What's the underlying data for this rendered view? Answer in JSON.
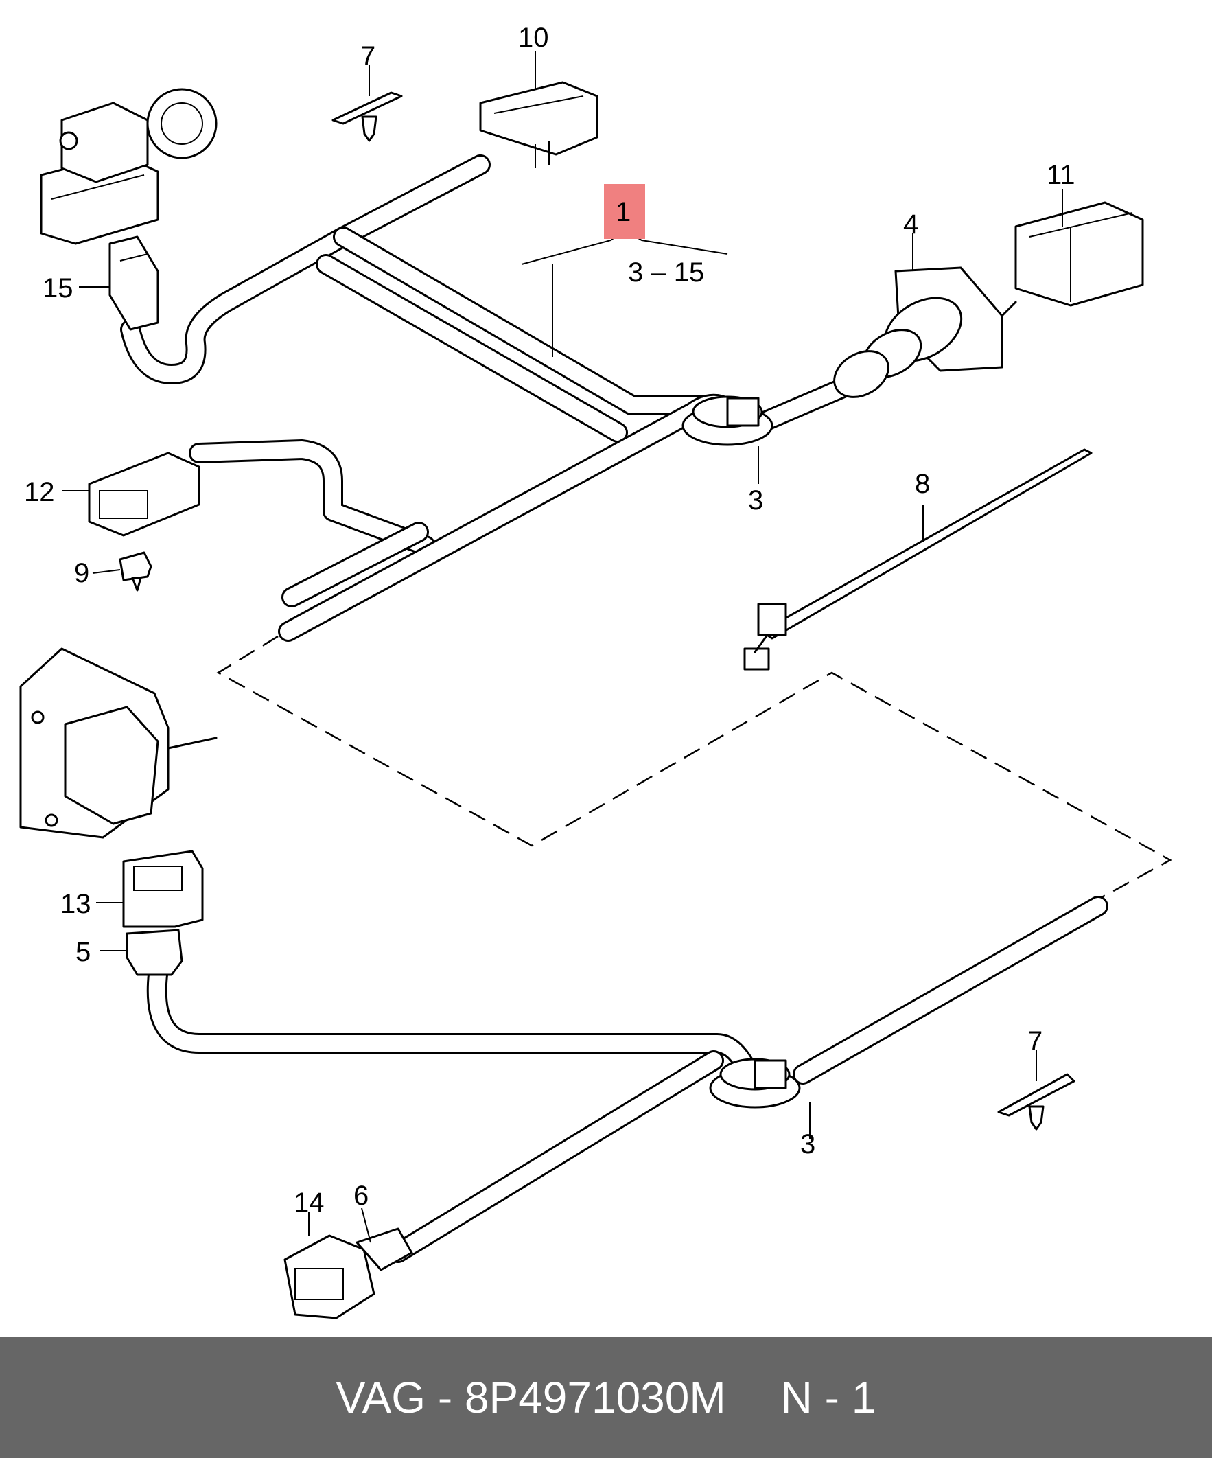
{
  "callouts": [
    {
      "id": "c1",
      "label": "1"
    },
    {
      "id": "c1range",
      "label": "3 – 15"
    },
    {
      "id": "c3a",
      "label": "3"
    },
    {
      "id": "c3b",
      "label": "3"
    },
    {
      "id": "c4",
      "label": "4"
    },
    {
      "id": "c5",
      "label": "5"
    },
    {
      "id": "c6",
      "label": "6"
    },
    {
      "id": "c7a",
      "label": "7"
    },
    {
      "id": "c7b",
      "label": "7"
    },
    {
      "id": "c8",
      "label": "8"
    },
    {
      "id": "c9",
      "label": "9"
    },
    {
      "id": "c10",
      "label": "10"
    },
    {
      "id": "c11",
      "label": "11"
    },
    {
      "id": "c12",
      "label": "12"
    },
    {
      "id": "c13",
      "label": "13"
    },
    {
      "id": "c14",
      "label": "14"
    },
    {
      "id": "c15",
      "label": "15"
    }
  ],
  "highlight_color": "#f08080",
  "footer": {
    "part_text": "VAG - 8P4971030M",
    "qty_text": "N - 1"
  },
  "footer_color": "#666666"
}
